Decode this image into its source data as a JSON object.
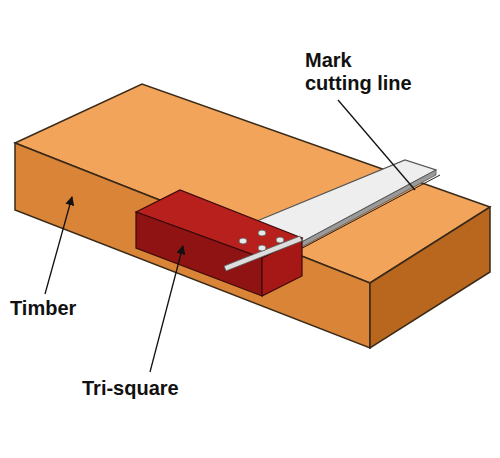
{
  "diagram": {
    "labels": [
      "Mark cutting line",
      "Timber",
      "Tri-square"
    ]
  }
}
